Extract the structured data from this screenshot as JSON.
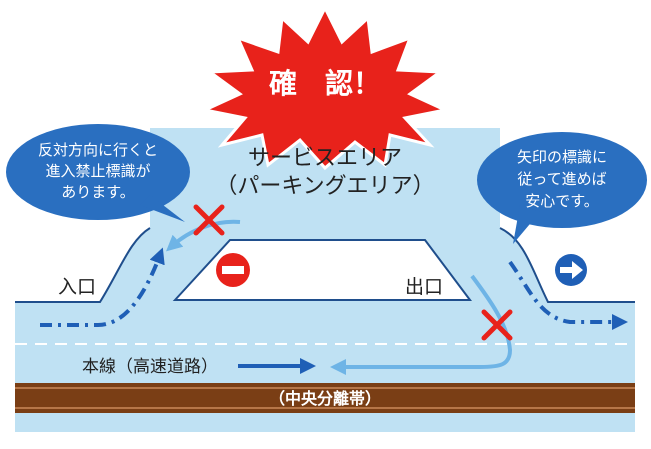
{
  "burst": {
    "text": "確　認！"
  },
  "service_area": {
    "title_line1": "サービスエリア",
    "title_line2": "（パーキングエリア）"
  },
  "entrance": {
    "label": "入口"
  },
  "exit": {
    "label": "出口"
  },
  "main_line": {
    "label": "本線（高速道路）"
  },
  "median": {
    "label": "（中央分離帯）"
  },
  "bubble_left": {
    "line1": "反対方向に行くと",
    "line2": "進入禁止標識が",
    "line3": "あります。"
  },
  "bubble_right": {
    "line1": "矢印の標識に",
    "line2": "従って進めば",
    "line3": "安心です。"
  },
  "icons": {
    "no_entry": "no-entry-sign-icon",
    "arrow_sign": "right-arrow-sign-icon",
    "cross": "cross-mark-icon"
  },
  "colors": {
    "road": "#bfe1f3",
    "median": "#7a3e15",
    "flow_arrow": "#1f5fb6",
    "wrong_arrow": "#6eb4e6",
    "bubble": "#2a6fc0",
    "burst": "#e8221b",
    "cross": "#e8221b"
  }
}
